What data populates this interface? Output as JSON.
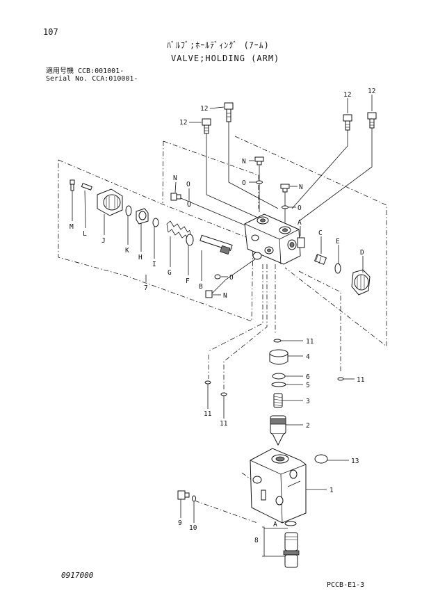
{
  "header": {
    "page_number": "107",
    "title_jp": "ﾊﾞﾙﾌﾞ;ﾎｰﾙﾃﾞｨﾝｸﾞ (ｱｰﾑ)",
    "title_en": "VALVE;HOLDING (ARM)",
    "model_line": "適用号機 CCB:001001-",
    "serial_line": "Serial No. CCA:010001-"
  },
  "callouts": {
    "c12a": "12",
    "c12b": "12",
    "c12c": "12",
    "c12d": "12",
    "nTop": "N",
    "oTop": "O",
    "nUp": "N",
    "oUp": "O",
    "nLeft": "N",
    "oLeft": "O",
    "oLow": "O",
    "nLow": "N",
    "m": "M",
    "l": "L",
    "j": "J",
    "k": "K",
    "h": "H",
    "i": "I",
    "g": "G",
    "f": "F",
    "b": "B",
    "a": "A",
    "c": "C",
    "e": "E",
    "d": "D",
    "seven": "7",
    "c11a": "11",
    "c11b": "11",
    "c11c": "11",
    "c11d": "11",
    "c4": "4",
    "c6": "6",
    "c5": "5",
    "c3": "3",
    "c2": "2",
    "c13": "13",
    "c1": "1",
    "c9": "9",
    "c10": "10",
    "c8": "8",
    "aLow": "A"
  },
  "footer": {
    "date_code": "0917000",
    "page_code": "PCCB-E1-3"
  }
}
